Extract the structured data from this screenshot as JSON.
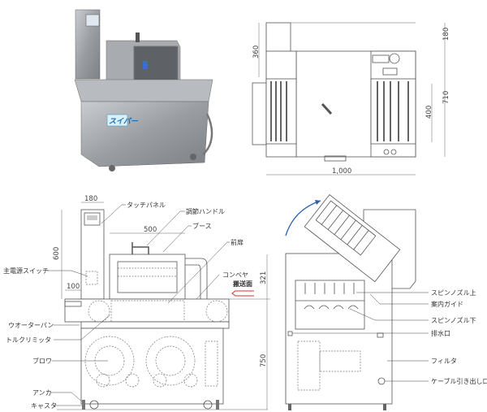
{
  "photo": {
    "logo_text": "スイパー"
  },
  "plan_view": {
    "dims": {
      "width": "1,000",
      "depth": "710",
      "column_depth": "180",
      "column_length": "360",
      "conveyor_width": "400"
    }
  },
  "front_view": {
    "dims": {
      "column_width": "180",
      "column_height": "600",
      "conveyor_ext": "100",
      "booth_width": "500",
      "booth_height": "321",
      "table_height": "750"
    },
    "labels": {
      "touch_panel": "タッチパネル",
      "adjust_handle": "調節ハンドル",
      "booth": "ブース",
      "front_door": "前扉",
      "conveyor": "コンベヤ",
      "transfer_surface": "搬送面",
      "main_switch": "主電源スイッチ",
      "water_pan": "ウオーターパン",
      "torque_limiter": "トルクリミッタ",
      "blower": "ブロワ",
      "anchor": "アンカ",
      "caster": "キャスタ"
    }
  },
  "side_view": {
    "labels": {
      "spin_nozzle_upper": "スピンノズル上",
      "guide": "案内ガイド",
      "spin_nozzle_lower": "スピンノズル下",
      "drain": "排水口",
      "filter": "フィルタ",
      "cable_outlet": "ケーブル引き出し口"
    }
  },
  "colors": {
    "accent_arrow_red": "#d9302a",
    "rotation_arrow_blue": "#2a5fb0",
    "steel": "#9a9ea3"
  }
}
